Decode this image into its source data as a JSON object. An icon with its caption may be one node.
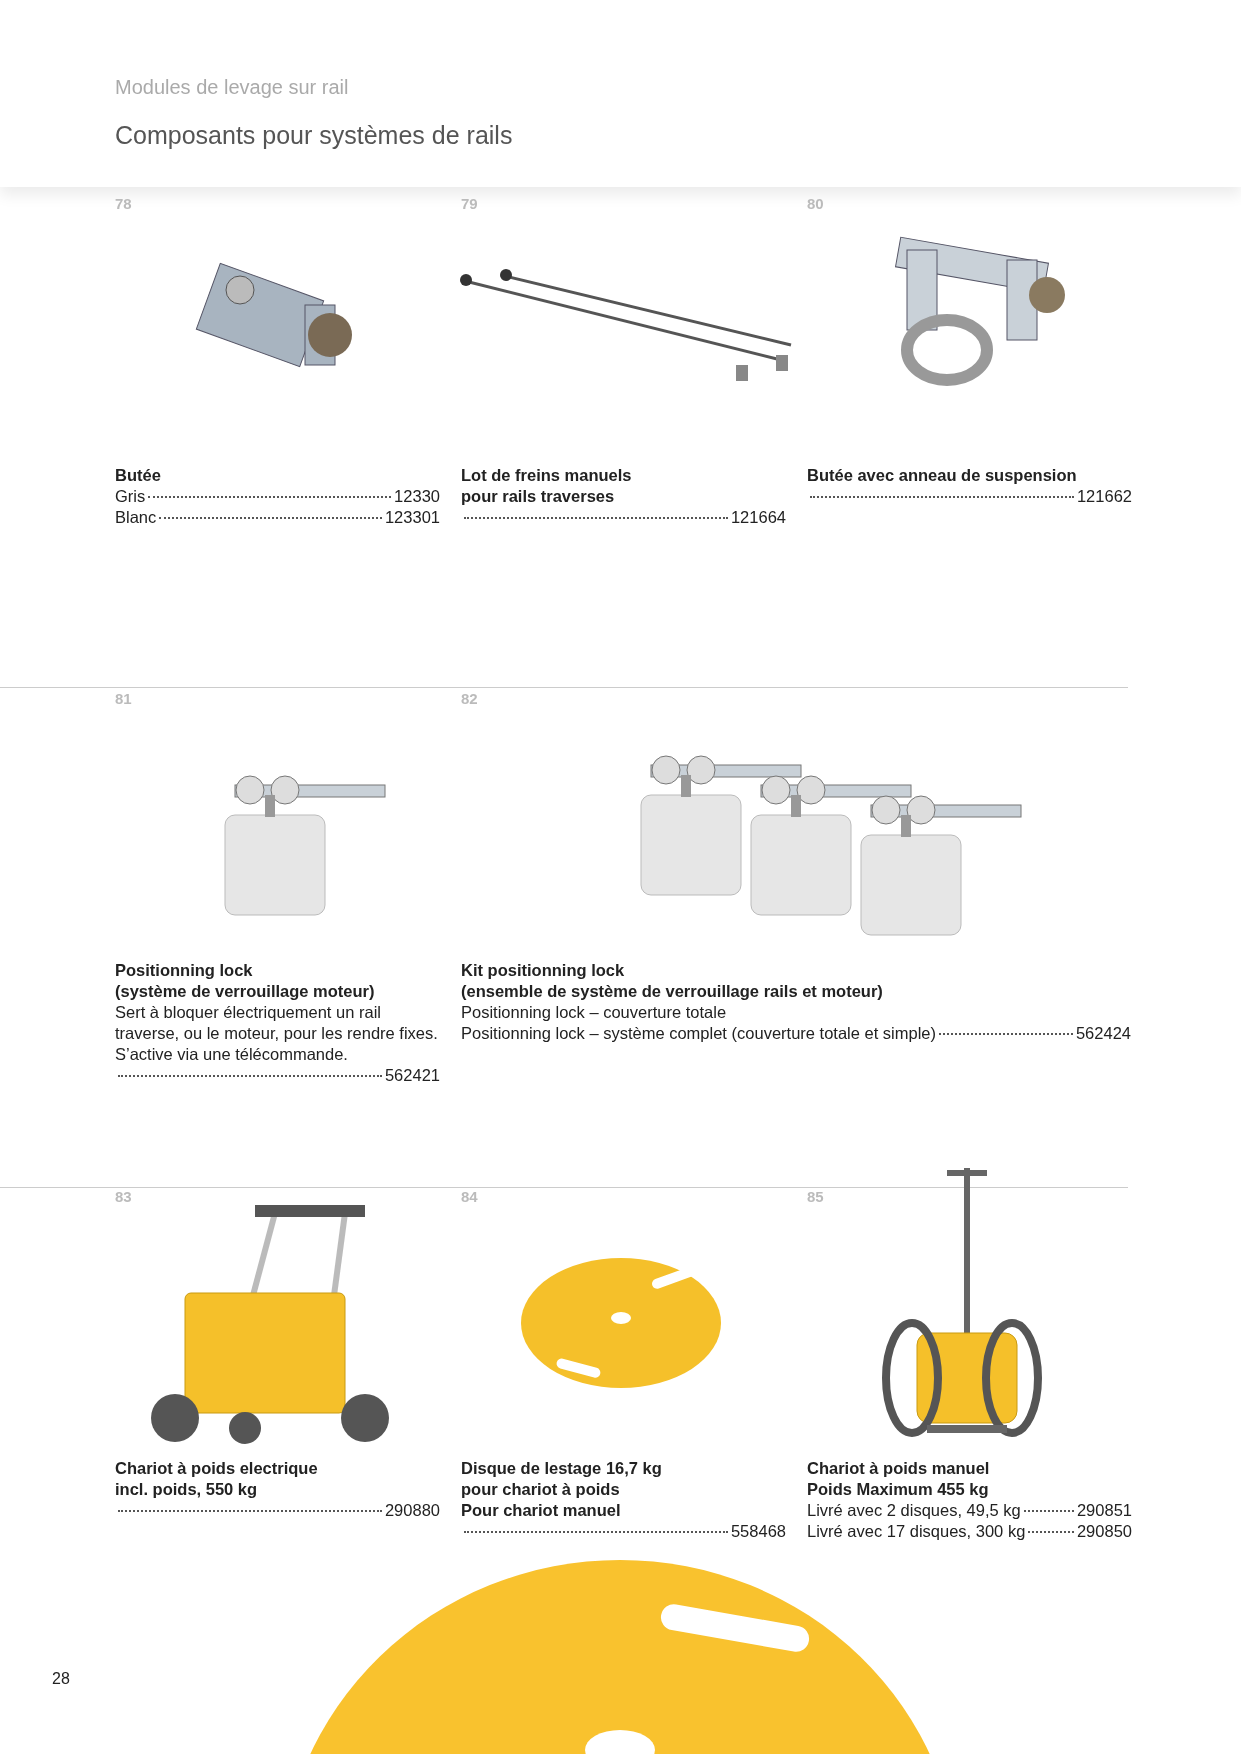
{
  "diagram": {
    "title": "Composants pour systèmes de rails",
    "nodes": [
      {
        "text": [
          "78",
          "Butée",
          "Gris",
          "12330",
          "Blanc",
          "123301"
        ]
      },
      {
        "text": [
          "79",
          "Lot de freins manuels",
          "pour rails traverses",
          "121664"
        ]
      },
      {
        "text": [
          "80",
          "Butée avec anneau de suspension",
          "121662"
        ]
      },
      {
        "text": [
          "81",
          "Positionning lock",
          "(système de verrouillage moteur)",
          "Sert à bloquer électriquement un rail traverse, ou le moteur, pour les rendre fixes. S’active via une télécommande.",
          "562421"
        ]
      },
      {
        "text": [
          "82",
          "Kit positionning lock",
          "(ensemble de système de verrouillage rails et moteur)",
          "Positionning lock – couverture totale",
          "Positionning lock – système complet (couverture totale et simple)",
          "562424"
        ]
      },
      {
        "text": [
          "83",
          "Chariot à poids electrique",
          "incl. poids, 550 kg",
          "290880"
        ]
      },
      {
        "text": [
          "84",
          "Disque de lestage 16,7 kg",
          "pour chariot à poids",
          "Pour chariot manuel",
          "558468"
        ]
      },
      {
        "text": [
          "85",
          "Chariot à poids manuel",
          "Poids Maximum 455 kg",
          "Livré avec 2 disques, 49,5 kg",
          "290851",
          "Livré avec 17 disques, 300 kg",
          "290850"
        ]
      }
    ],
    "labels": [
      "Modules de levage sur rail",
      "28"
    ]
  }
}
